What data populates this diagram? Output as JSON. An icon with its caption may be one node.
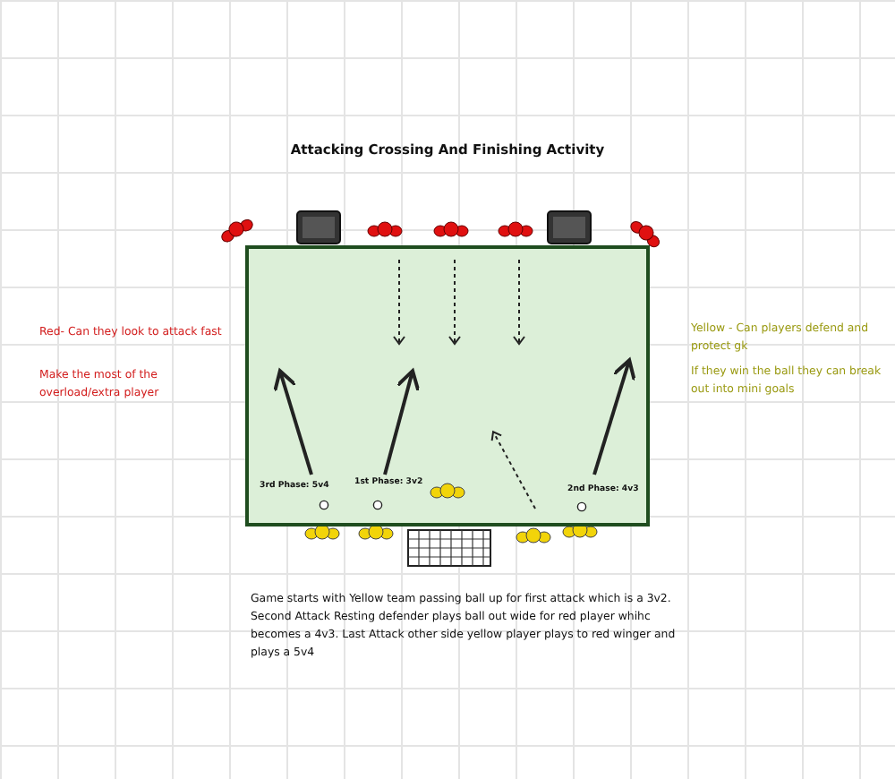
{
  "diagram": {
    "title": "Attacking Crossing And Finishing Activity",
    "nodes": [
      {
        "text": [
          "3rd Phase: 5v4",
          "1st Phase: 3v2",
          "2nd Phase: 4v3"
        ]
      }
    ],
    "labels": [
      "Red- Can they look to attack fast",
      "Make the most of the overload/extra player",
      "Yellow - Can players defend and protect gk",
      "If they win the ball they can break out into mini goals",
      "Game starts with Yellow team passing ball up for first attack which is a 3v2. Second Attack Resting defender plays ball out wide for red player whihc becomes a 4v3. Last Attack other side yellow player plays to red winger and plays a 5v4"
    ]
  }
}
